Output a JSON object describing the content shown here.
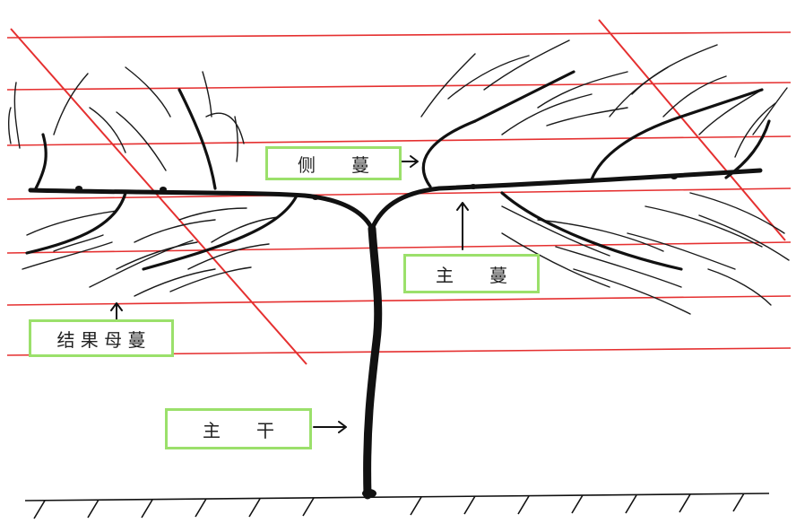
{
  "labels": {
    "side_vine": "侧　　蔓",
    "main_vine": "主　　蔓",
    "fruiting_cane": "结 果 母 蔓",
    "trunk": "主　　干"
  },
  "colors": {
    "wire": "#e53030",
    "vine": "#111111",
    "label_border": "#9be06b"
  }
}
